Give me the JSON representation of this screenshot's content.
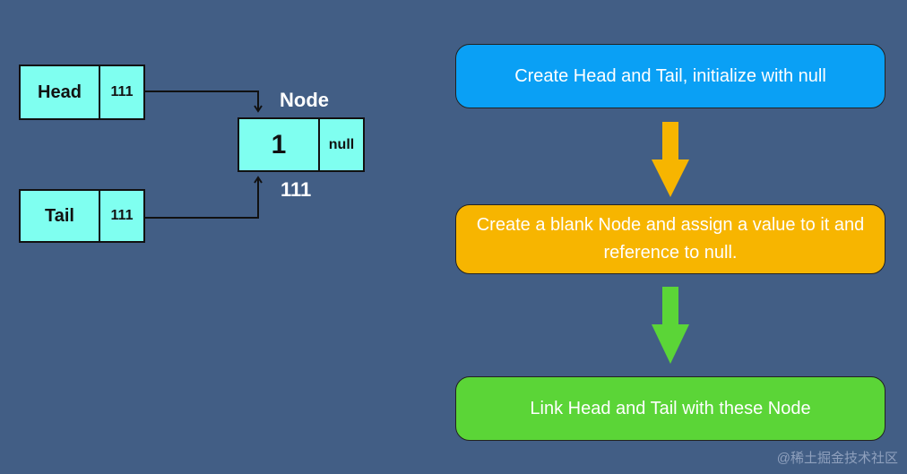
{
  "pointers": {
    "head": {
      "label": "Head",
      "address": "111"
    },
    "tail": {
      "label": "Tail",
      "address": "111"
    }
  },
  "node": {
    "title": "Node",
    "value": "1",
    "next": "null",
    "address": "111"
  },
  "steps": [
    {
      "text": "Create Head and Tail, initialize with null",
      "color": "#0aa0f5"
    },
    {
      "text": "Create a blank Node and assign a value to it and reference to null.",
      "color": "#f7b500"
    },
    {
      "text": "Link Head and Tail with these Node",
      "color": "#5bd537"
    }
  ],
  "arrows": [
    {
      "color": "#f7b500"
    },
    {
      "color": "#5bd537"
    }
  ],
  "watermark": "@稀土掘金技术社区"
}
